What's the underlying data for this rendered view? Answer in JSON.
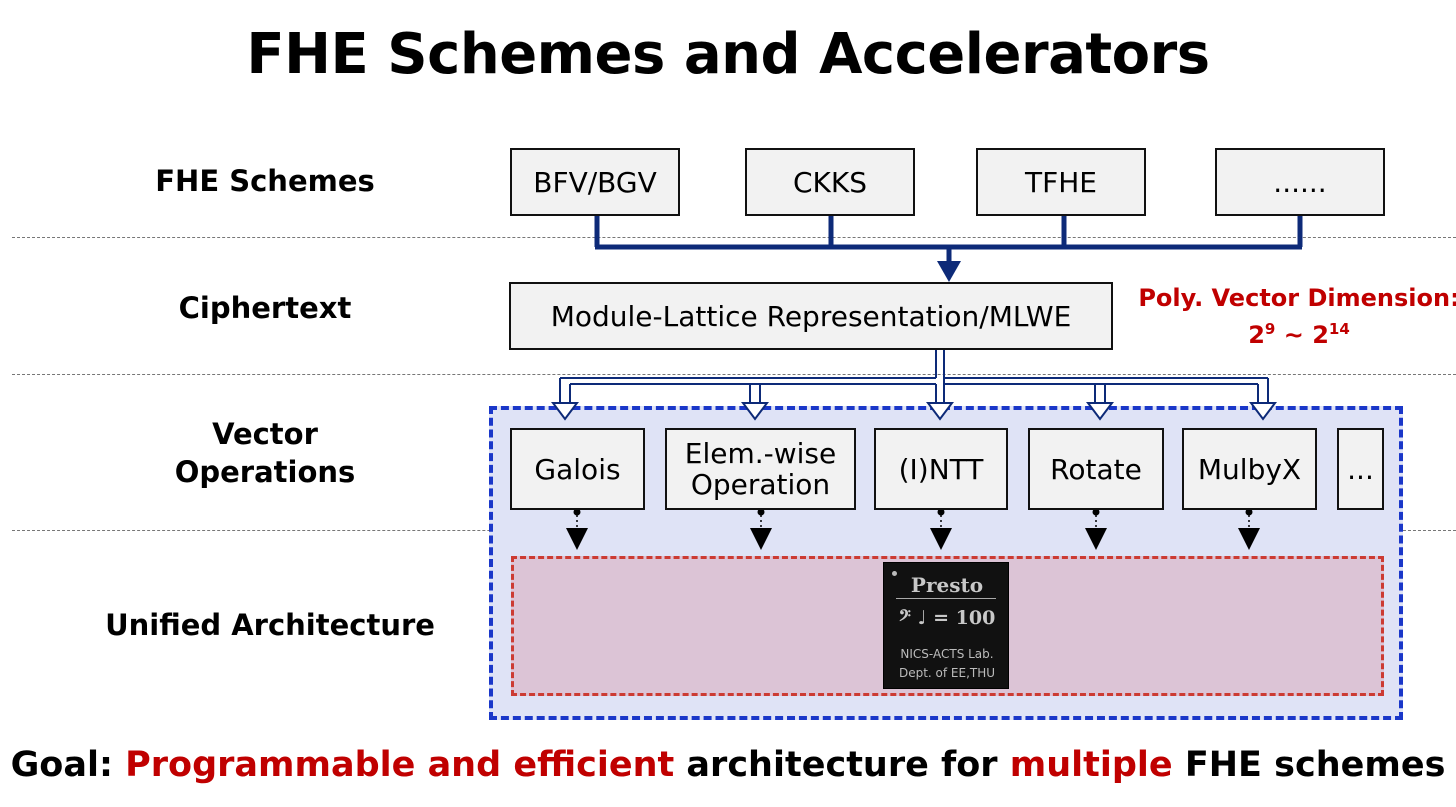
{
  "title": "FHE Schemes and Accelerators",
  "rows": {
    "schemes": "FHE Schemes",
    "ciphertext": "Ciphertext",
    "vector_ops": [
      "Vector",
      "Operations"
    ],
    "unified": "Unified Architecture"
  },
  "schemes": [
    "BFV/BGV",
    "CKKS",
    "TFHE",
    "......"
  ],
  "ciphertext_box": "Module-Lattice Representation/MLWE",
  "annotation": {
    "line1": "Poly. Vector Dimension:",
    "base1": "2",
    "exp1": "9",
    "sep": " ~ ",
    "base2": "2",
    "exp2": "14"
  },
  "operations": {
    "galois": "Galois",
    "elemwise": [
      "Elem.-wise",
      "Operation"
    ],
    "ntt": "(I)NTT",
    "rotate": "Rotate",
    "mulbyx": "MulbyX",
    "more": "..."
  },
  "chip": {
    "name": "Presto",
    "tempo": "= 100",
    "lab1": "NICS-ACTS Lab.",
    "lab2": "Dept. of EE,THU"
  },
  "goal": {
    "prefix": "Goal: ",
    "highlight1": "Programmable and efficient",
    "mid": " architecture for ",
    "highlight2": "multiple",
    "suffix": " FHE schemes"
  },
  "colors": {
    "navy": "#0d2a78",
    "region_blue": "#1a37c9",
    "region_red": "#cc3b33",
    "accent_red": "#c00000"
  }
}
